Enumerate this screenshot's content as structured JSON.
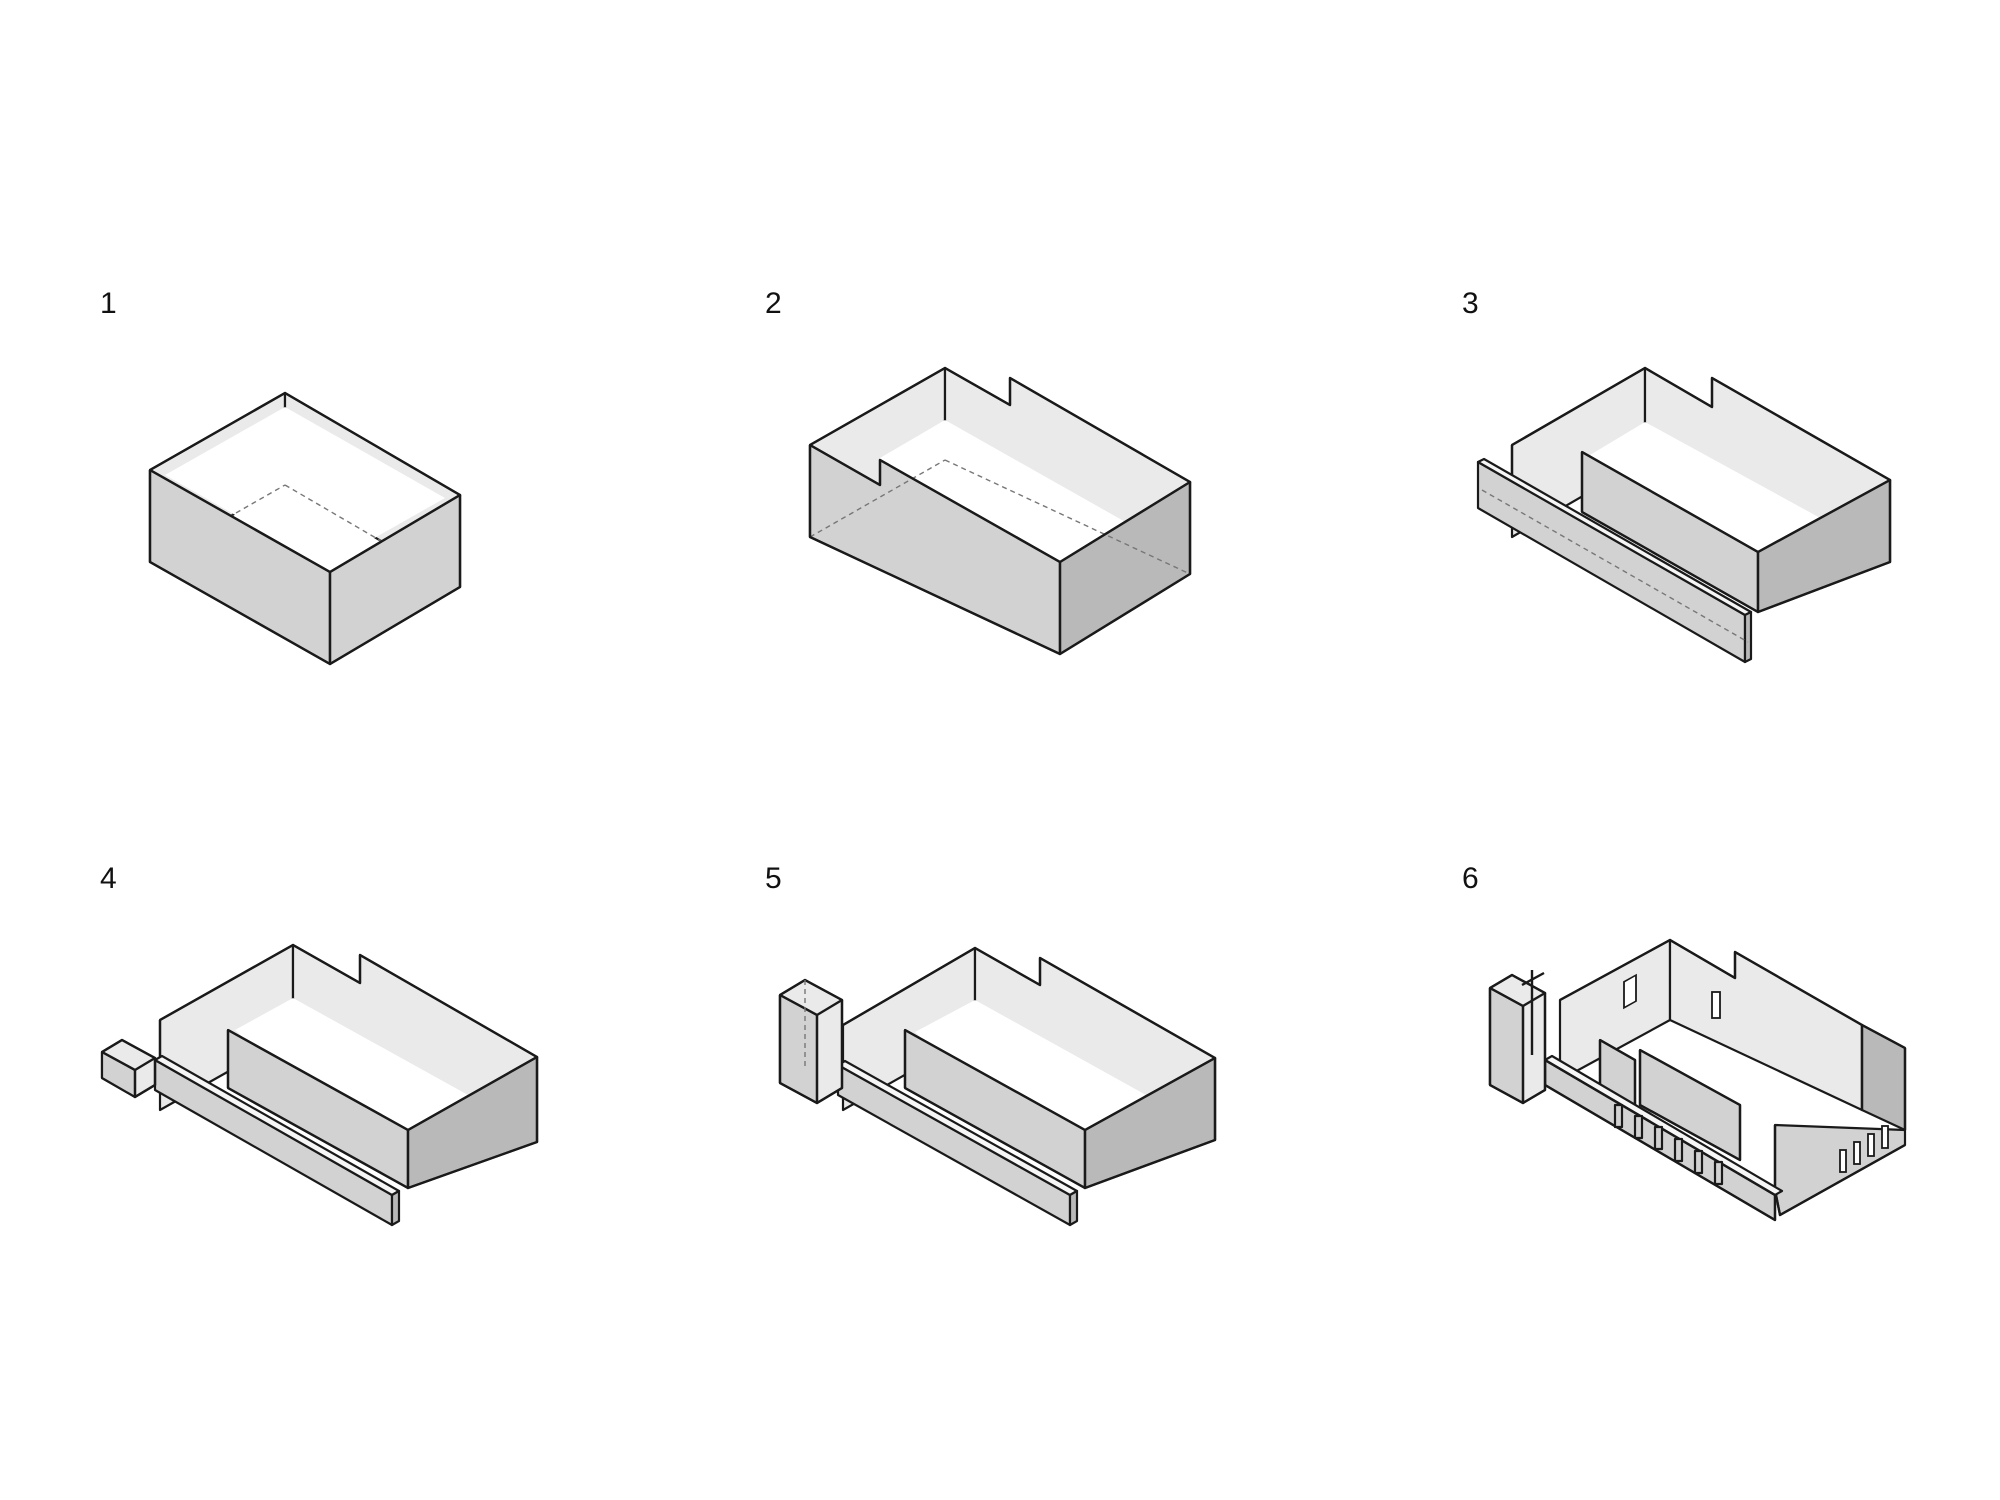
{
  "steps": [
    {
      "label": "1"
    },
    {
      "label": "2"
    },
    {
      "label": "3"
    },
    {
      "label": "4"
    },
    {
      "label": "5"
    },
    {
      "label": "6"
    }
  ],
  "colors": {
    "background": "#ffffff",
    "wall_light": "#eaeaea",
    "wall_mid": "#d2d2d2",
    "wall_dark": "#b9b9b9",
    "line": "#1a1a1a"
  }
}
